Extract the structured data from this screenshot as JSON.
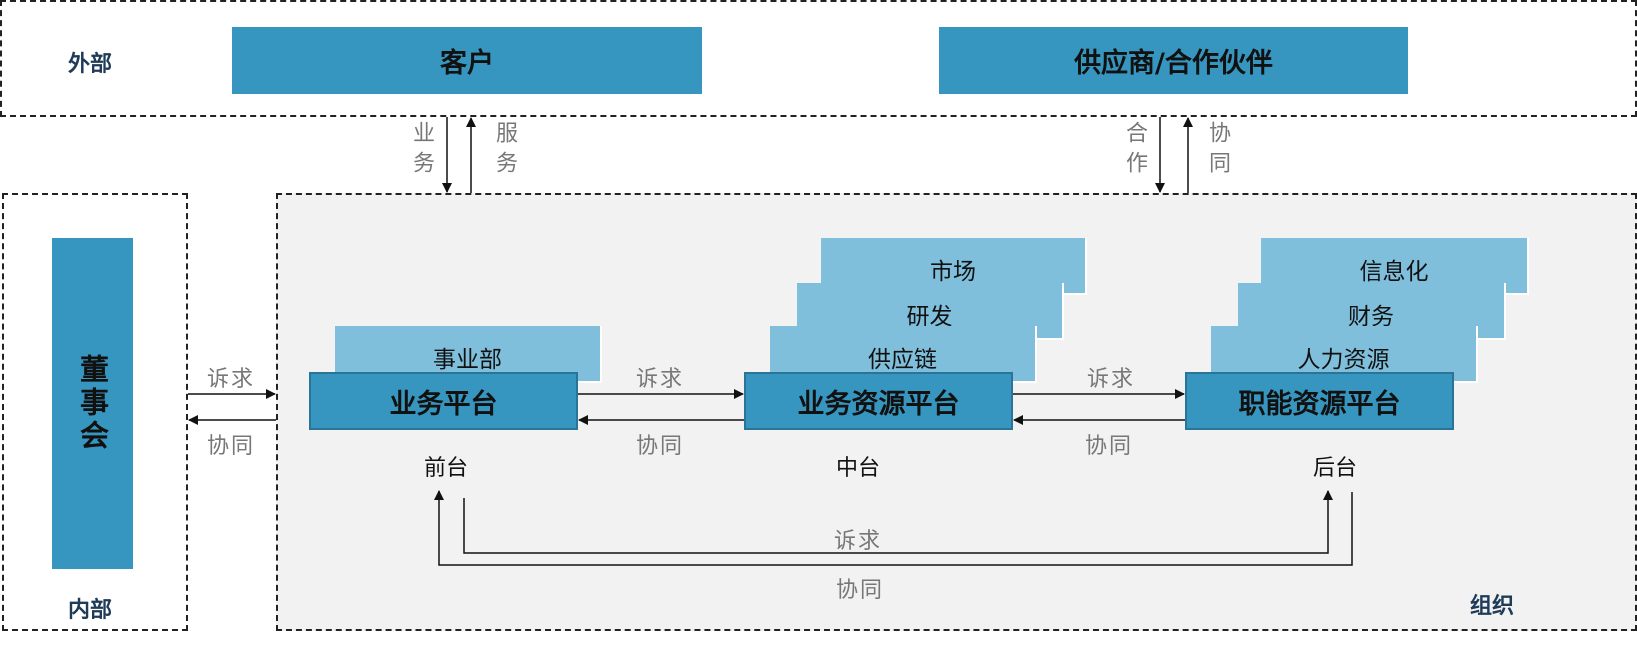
{
  "external": {
    "label": "外部",
    "customer": "客户",
    "supplier": "供应商/合作伙伴"
  },
  "flows_top": {
    "left_down": "业务",
    "left_up": "服务",
    "right_down": "合作",
    "right_up": "协同"
  },
  "internal": {
    "label": "内部",
    "board": "董事会"
  },
  "org": {
    "label": "组织",
    "front": {
      "unit": "事业部",
      "platform": "业务平台",
      "stage": "前台"
    },
    "middle": {
      "units": [
        "市场",
        "研发",
        "供应链"
      ],
      "platform": "业务资源平台",
      "stage": "中台"
    },
    "back": {
      "units": [
        "信息化",
        "财务",
        "人力资源"
      ],
      "platform": "职能资源平台",
      "stage": "后台"
    }
  },
  "arrows": {
    "request": "诉求",
    "collab": "协同"
  },
  "colors": {
    "primary": "#3796BF",
    "light": "#7FBFDC",
    "org_bg": "#F2F2F2"
  }
}
